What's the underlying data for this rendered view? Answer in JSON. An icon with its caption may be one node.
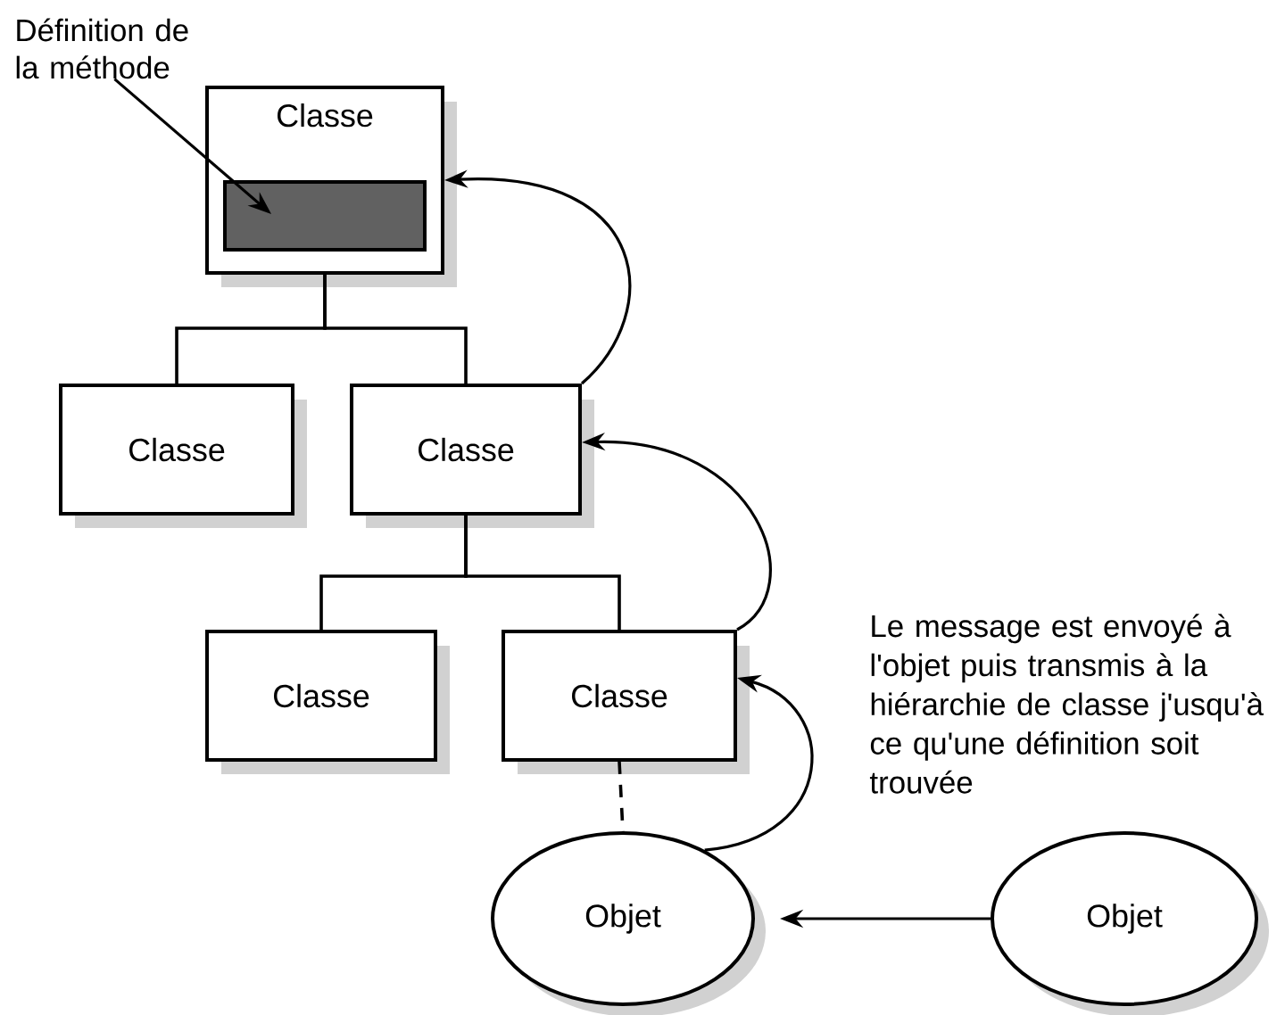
{
  "diagram": {
    "nodes": [
      {
        "text": [
          "Définition de la méthode"
        ]
      },
      {
        "text": [
          "Classe"
        ]
      },
      {
        "text": [],
        "shape": "bar",
        "in": 1
      },
      {
        "text": [
          "Classe"
        ]
      },
      {
        "text": [
          "Classe"
        ]
      },
      {
        "text": [
          "Classe"
        ]
      },
      {
        "text": [
          "Classe"
        ]
      },
      {
        "text": [
          "Objet"
        ]
      },
      {
        "text": [
          "Objet"
        ]
      }
    ],
    "edges": [
      {
        "from": 1,
        "to": 3,
        "arrow": "none"
      },
      {
        "from": 1,
        "to": 4,
        "arrow": "none"
      },
      {
        "from": 4,
        "to": 5,
        "arrow": "none"
      },
      {
        "from": 4,
        "to": 6,
        "arrow": "none"
      },
      {
        "from": 6,
        "to": 7,
        "arrow": "none",
        "style": "dashed"
      },
      {
        "from": 4,
        "to": 1,
        "arrow": "to"
      },
      {
        "from": 6,
        "to": 4,
        "arrow": "to"
      },
      {
        "from": 7,
        "to": 6,
        "arrow": "to"
      },
      {
        "from": 8,
        "to": 7,
        "arrow": "to"
      },
      {
        "from": 0,
        "to": 2,
        "arrow": "to"
      }
    ],
    "labels": [
      "Le message est envoyé à l'objet puis transmis à la hiérarchie de classe j'usqu'à ce qu'une définition soit trouvée"
    ]
  }
}
